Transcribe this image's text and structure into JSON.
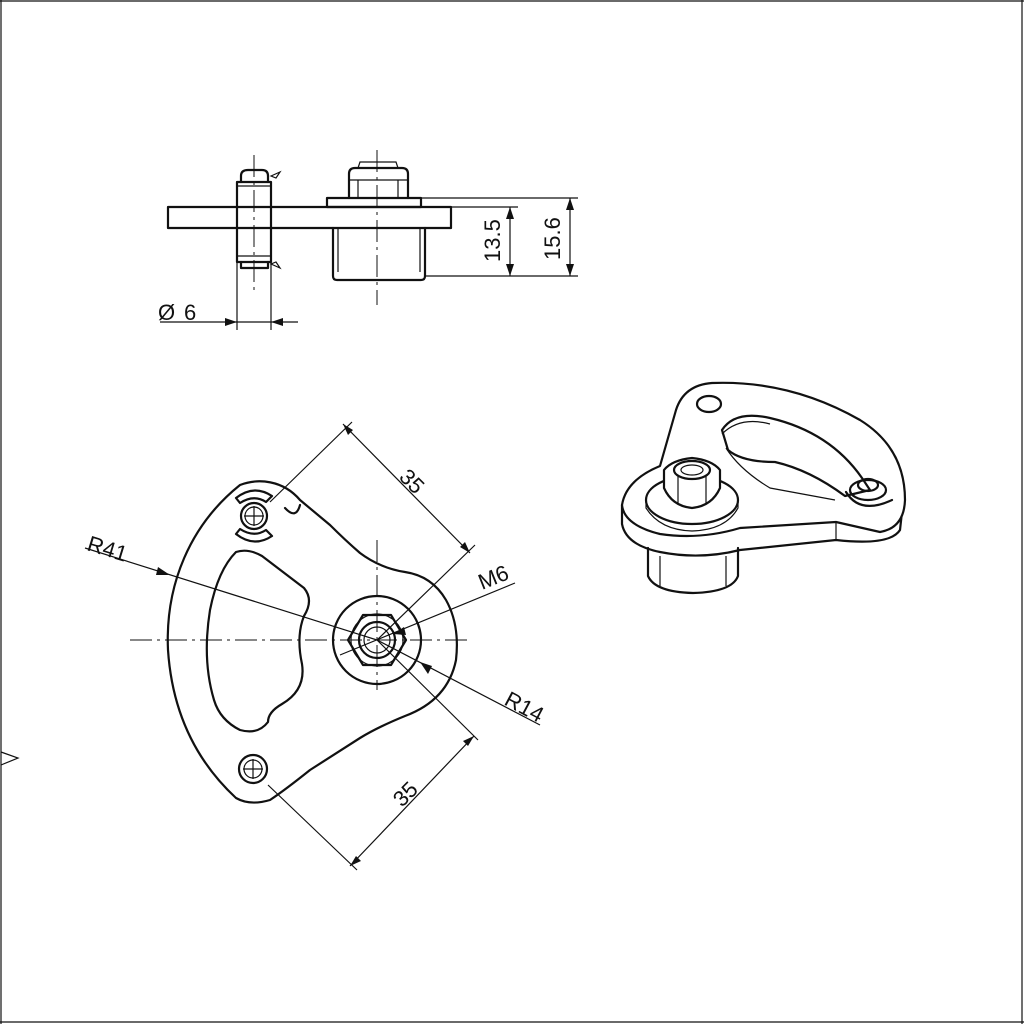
{
  "drawing": {
    "side_view": {
      "dim_hole_diameter": "6",
      "dim_height_flange": "13.5",
      "dim_height_total": "15.6",
      "diameter_symbol": "Ø"
    },
    "front_view": {
      "dim_radius_outer": "R41",
      "dim_radius_hub": "R14",
      "dim_thread": "M6",
      "dim_offset_upper": "35",
      "dim_offset_lower": "35"
    }
  }
}
